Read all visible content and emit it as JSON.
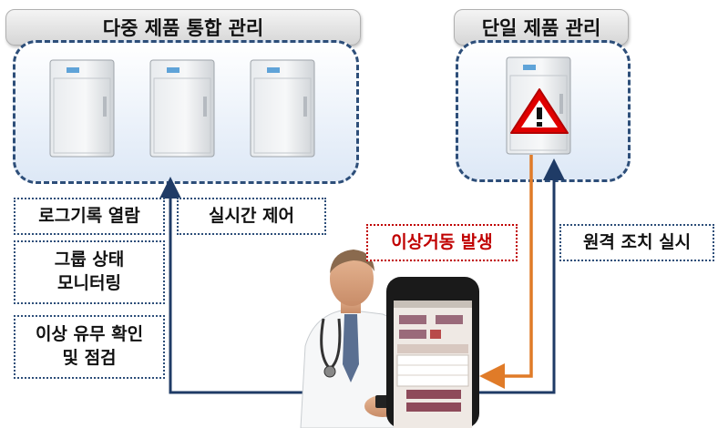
{
  "multi_panel": {
    "title": "다중 제품 통합 관리"
  },
  "single_panel": {
    "title": "단일 제품 관리"
  },
  "features": {
    "log_view": "로그기록 열람",
    "realtime_control": "실시간 제어",
    "group_status_line1": "그룹 상태",
    "group_status_line2": "모니터링",
    "anomaly_check_line1": "이상 유무 확인",
    "anomaly_check_line2": "및 점검"
  },
  "flows": {
    "anomaly_occurred": "이상거동 발생",
    "remote_action": "원격 조치 실시"
  },
  "colors": {
    "panel_border": "#2d4e79",
    "alert_arrow": "#e07b28",
    "control_arrow": "#1f3b66",
    "warning_red": "#e00000"
  }
}
